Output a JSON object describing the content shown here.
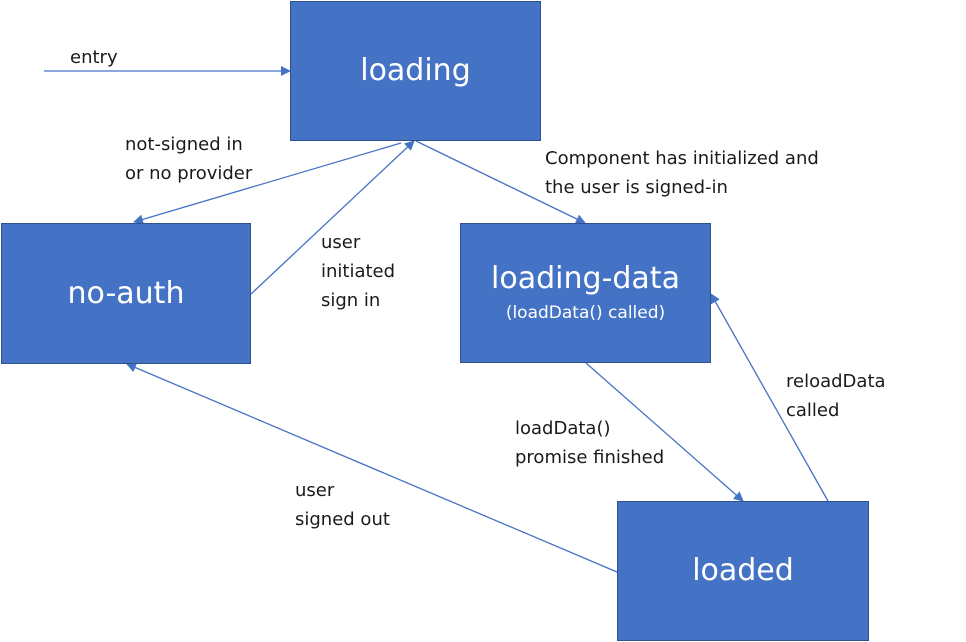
{
  "colors": {
    "box_fill": "#4472c4",
    "box_border": "#2f528f",
    "arrow": "#4472c4",
    "text": "#1a1a1a"
  },
  "states": {
    "loading": {
      "title": "loading"
    },
    "no_auth": {
      "title": "no-auth"
    },
    "loading_data": {
      "title": "loading-data",
      "subtitle": "(loadData() called)"
    },
    "loaded": {
      "title": "loaded"
    }
  },
  "transitions": {
    "entry": {
      "lines": [
        "entry"
      ]
    },
    "loading_to_no_auth": {
      "lines": [
        "not-signed in",
        "or no provider"
      ]
    },
    "no_auth_to_loading": {
      "lines": [
        "user",
        "initiated",
        "sign in"
      ]
    },
    "loading_to_loading_data": {
      "lines": [
        "Component has initialized and",
        "the user is signed-in"
      ]
    },
    "loading_data_to_loaded": {
      "lines": [
        "loadData()",
        "promise  finished"
      ]
    },
    "loaded_to_loading_data": {
      "lines": [
        "reloadData",
        "called"
      ]
    },
    "loaded_to_no_auth": {
      "lines": [
        "user",
        "signed out"
      ]
    }
  }
}
